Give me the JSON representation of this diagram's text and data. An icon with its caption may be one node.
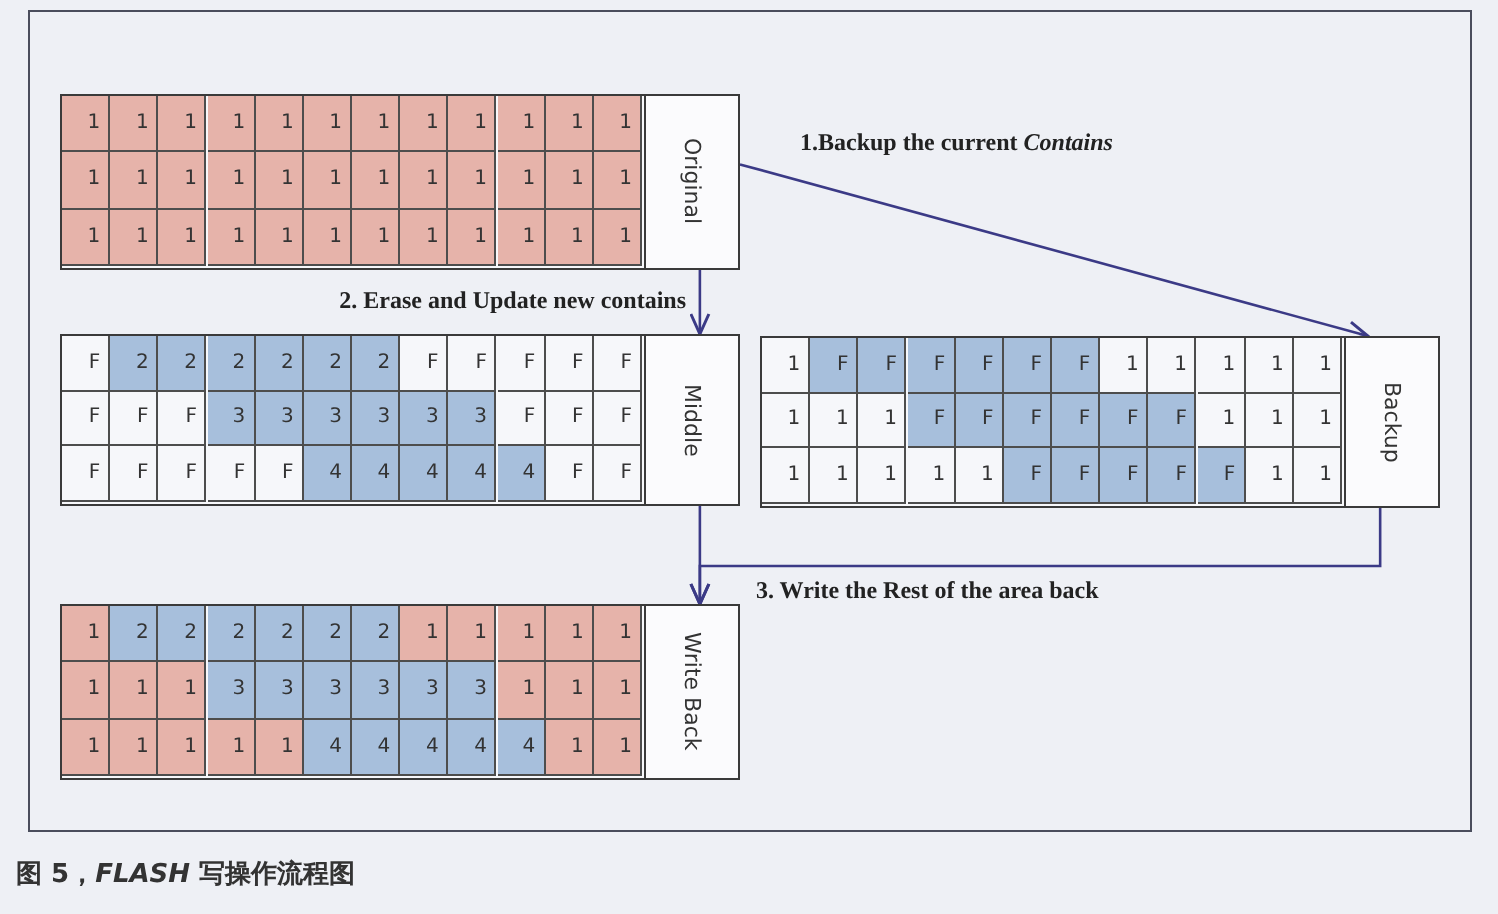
{
  "diagram": {
    "caption": "图 5，*FLASH* 写操作流程图",
    "nodes": [
      {
        "text": [
          "Original"
        ]
      },
      {
        "text": [
          "1"
        ],
        "in": 0
      },
      {
        "text": [
          "1"
        ],
        "in": 0
      },
      {
        "text": [
          "1"
        ],
        "in": 0
      },
      {
        "text": [
          "1"
        ],
        "in": 0
      },
      {
        "text": [
          "1"
        ],
        "in": 0
      },
      {
        "text": [
          "1"
        ],
        "in": 0
      },
      {
        "text": [
          "1"
        ],
        "in": 0
      },
      {
        "text": [
          "1"
        ],
        "in": 0
      },
      {
        "text": [
          "1"
        ],
        "in": 0
      },
      {
        "text": [
          "1"
        ],
        "in": 0
      },
      {
        "text": [
          "1"
        ],
        "in": 0
      },
      {
        "text": [
          "1"
        ],
        "in": 0
      },
      {
        "text": [
          "1"
        ],
        "in": 0
      },
      {
        "text": [
          "1"
        ],
        "in": 0
      },
      {
        "text": [
          "1"
        ],
        "in": 0
      },
      {
        "text": [
          "1"
        ],
        "in": 0
      },
      {
        "text": [
          "1"
        ],
        "in": 0
      },
      {
        "text": [
          "1"
        ],
        "in": 0
      },
      {
        "text": [
          "1"
        ],
        "in": 0
      },
      {
        "text": [
          "1"
        ],
        "in": 0
      },
      {
        "text": [
          "1"
        ],
        "in": 0
      },
      {
        "text": [
          "1"
        ],
        "in": 0
      },
      {
        "text": [
          "1"
        ],
        "in": 0
      },
      {
        "text": [
          "1"
        ],
        "in": 0
      },
      {
        "text": [
          "1"
        ],
        "in": 0
      },
      {
        "text": [
          "1"
        ],
        "in": 0
      },
      {
        "text": [
          "1"
        ],
        "in": 0
      },
      {
        "text": [
          "1"
        ],
        "in": 0
      },
      {
        "text": [
          "1"
        ],
        "in": 0
      },
      {
        "text": [
          "1"
        ],
        "in": 0
      },
      {
        "text": [
          "1"
        ],
        "in": 0
      },
      {
        "text": [
          "1"
        ],
        "in": 0
      },
      {
        "text": [
          "1"
        ],
        "in": 0
      },
      {
        "text": [
          "1"
        ],
        "in": 0
      },
      {
        "text": [
          "1"
        ],
        "in": 0
      },
      {
        "text": [
          "1"
        ],
        "in": 0
      },
      {
        "text": [
          "Middle"
        ]
      },
      {
        "text": [
          "F"
        ],
        "in": 37
      },
      {
        "text": [
          "2"
        ],
        "in": 37
      },
      {
        "text": [
          "2"
        ],
        "in": 37
      },
      {
        "text": [
          "2"
        ],
        "in": 37
      },
      {
        "text": [
          "2"
        ],
        "in": 37
      },
      {
        "text": [
          "2"
        ],
        "in": 37
      },
      {
        "text": [
          "2"
        ],
        "in": 37
      },
      {
        "text": [
          "F"
        ],
        "in": 37
      },
      {
        "text": [
          "F"
        ],
        "in": 37
      },
      {
        "text": [
          "F"
        ],
        "in": 37
      },
      {
        "text": [
          "F"
        ],
        "in": 37
      },
      {
        "text": [
          "F"
        ],
        "in": 37
      },
      {
        "text": [
          "F"
        ],
        "in": 37
      },
      {
        "text": [
          "F"
        ],
        "in": 37
      },
      {
        "text": [
          "F"
        ],
        "in": 37
      },
      {
        "text": [
          "3"
        ],
        "in": 37
      },
      {
        "text": [
          "3"
        ],
        "in": 37
      },
      {
        "text": [
          "3"
        ],
        "in": 37
      },
      {
        "text": [
          "3"
        ],
        "in": 37
      },
      {
        "text": [
          "3"
        ],
        "in": 37
      },
      {
        "text": [
          "3"
        ],
        "in": 37
      },
      {
        "text": [
          "F"
        ],
        "in": 37
      },
      {
        "text": [
          "F"
        ],
        "in": 37
      },
      {
        "text": [
          "F"
        ],
        "in": 37
      },
      {
        "text": [
          "F"
        ],
        "in": 37
      },
      {
        "text": [
          "F"
        ],
        "in": 37
      },
      {
        "text": [
          "F"
        ],
        "in": 37
      },
      {
        "text": [
          "F"
        ],
        "in": 37
      },
      {
        "text": [
          "F"
        ],
        "in": 37
      },
      {
        "text": [
          "4"
        ],
        "in": 37
      },
      {
        "text": [
          "4"
        ],
        "in": 37
      },
      {
        "text": [
          "4"
        ],
        "in": 37
      },
      {
        "text": [
          "4"
        ],
        "in": 37
      },
      {
        "text": [
          "4"
        ],
        "in": 37
      },
      {
        "text": [
          "F"
        ],
        "in": 37
      },
      {
        "text": [
          "F"
        ],
        "in": 37
      },
      {
        "text": [
          "Backup"
        ]
      },
      {
        "text": [
          "1"
        ],
        "in": 74
      },
      {
        "text": [
          "F"
        ],
        "in": 74
      },
      {
        "text": [
          "F"
        ],
        "in": 74
      },
      {
        "text": [
          "F"
        ],
        "in": 74
      },
      {
        "text": [
          "F"
        ],
        "in": 74
      },
      {
        "text": [
          "F"
        ],
        "in": 74
      },
      {
        "text": [
          "F"
        ],
        "in": 74
      },
      {
        "text": [
          "1"
        ],
        "in": 74
      },
      {
        "text": [
          "1"
        ],
        "in": 74
      },
      {
        "text": [
          "1"
        ],
        "in": 74
      },
      {
        "text": [
          "1"
        ],
        "in": 74
      },
      {
        "text": [
          "1"
        ],
        "in": 74
      },
      {
        "text": [
          "1"
        ],
        "in": 74
      },
      {
        "text": [
          "1"
        ],
        "in": 74
      },
      {
        "text": [
          "1"
        ],
        "in": 74
      },
      {
        "text": [
          "F"
        ],
        "in": 74
      },
      {
        "text": [
          "F"
        ],
        "in": 74
      },
      {
        "text": [
          "F"
        ],
        "in": 74
      },
      {
        "text": [
          "F"
        ],
        "in": 74
      },
      {
        "text": [
          "F"
        ],
        "in": 74
      },
      {
        "text": [
          "F"
        ],
        "in": 74
      },
      {
        "text": [
          "1"
        ],
        "in": 74
      },
      {
        "text": [
          "1"
        ],
        "in": 74
      },
      {
        "text": [
          "1"
        ],
        "in": 74
      },
      {
        "text": [
          "1"
        ],
        "in": 74
      },
      {
        "text": [
          "1"
        ],
        "in": 74
      },
      {
        "text": [
          "1"
        ],
        "in": 74
      },
      {
        "text": [
          "1"
        ],
        "in": 74
      },
      {
        "text": [
          "1"
        ],
        "in": 74
      },
      {
        "text": [
          "F"
        ],
        "in": 74
      },
      {
        "text": [
          "F"
        ],
        "in": 74
      },
      {
        "text": [
          "F"
        ],
        "in": 74
      },
      {
        "text": [
          "F"
        ],
        "in": 74
      },
      {
        "text": [
          "F"
        ],
        "in": 74
      },
      {
        "text": [
          "1"
        ],
        "in": 74
      },
      {
        "text": [
          "1"
        ],
        "in": 74
      },
      {
        "text": [
          "Write Back"
        ]
      },
      {
        "text": [
          "1"
        ],
        "in": 111
      },
      {
        "text": [
          "2"
        ],
        "in": 111
      },
      {
        "text": [
          "2"
        ],
        "in": 111
      },
      {
        "text": [
          "2"
        ],
        "in": 111
      },
      {
        "text": [
          "2"
        ],
        "in": 111
      },
      {
        "text": [
          "2"
        ],
        "in": 111
      },
      {
        "text": [
          "2"
        ],
        "in": 111
      },
      {
        "text": [
          "1"
        ],
        "in": 111
      },
      {
        "text": [
          "1"
        ],
        "in": 111
      },
      {
        "text": [
          "1"
        ],
        "in": 111
      },
      {
        "text": [
          "1"
        ],
        "in": 111
      },
      {
        "text": [
          "1"
        ],
        "in": 111
      },
      {
        "text": [
          "1"
        ],
        "in": 111
      },
      {
        "text": [
          "1"
        ],
        "in": 111
      },
      {
        "text": [
          "1"
        ],
        "in": 111
      },
      {
        "text": [
          "3"
        ],
        "in": 111
      },
      {
        "text": [
          "3"
        ],
        "in": 111
      },
      {
        "text": [
          "3"
        ],
        "in": 111
      },
      {
        "text": [
          "3"
        ],
        "in": 111
      },
      {
        "text": [
          "3"
        ],
        "in": 111
      },
      {
        "text": [
          "3"
        ],
        "in": 111
      },
      {
        "text": [
          "1"
        ],
        "in": 111
      },
      {
        "text": [
          "1"
        ],
        "in": 111
      },
      {
        "text": [
          "1"
        ],
        "in": 111
      },
      {
        "text": [
          "1"
        ],
        "in": 111
      },
      {
        "text": [
          "1"
        ],
        "in": 111
      },
      {
        "text": [
          "1"
        ],
        "in": 111
      },
      {
        "text": [
          "1"
        ],
        "in": 111
      },
      {
        "text": [
          "1"
        ],
        "in": 111
      },
      {
        "text": [
          "4"
        ],
        "in": 111
      },
      {
        "text": [
          "4"
        ],
        "in": 111
      },
      {
        "text": [
          "4"
        ],
        "in": 111
      },
      {
        "text": [
          "4"
        ],
        "in": 111
      },
      {
        "text": [
          "4"
        ],
        "in": 111
      },
      {
        "text": [
          "1"
        ],
        "in": 111
      },
      {
        "text": [
          "1"
        ],
        "in": 111
      }
    ],
    "edges": [
      {
        "from": 0,
        "to": 74,
        "arrow": "to",
        "label": "1.Backup the current *Contains*"
      },
      {
        "from": 0,
        "to": 37,
        "arrow": "to",
        "label": "2. Erase and Update new contains"
      },
      {
        "from": 37,
        "to": 111,
        "arrow": "to"
      },
      {
        "from": 74,
        "to": 111,
        "arrow": "to",
        "label": "3. Write the Rest of the area back"
      }
    ]
  }
}
